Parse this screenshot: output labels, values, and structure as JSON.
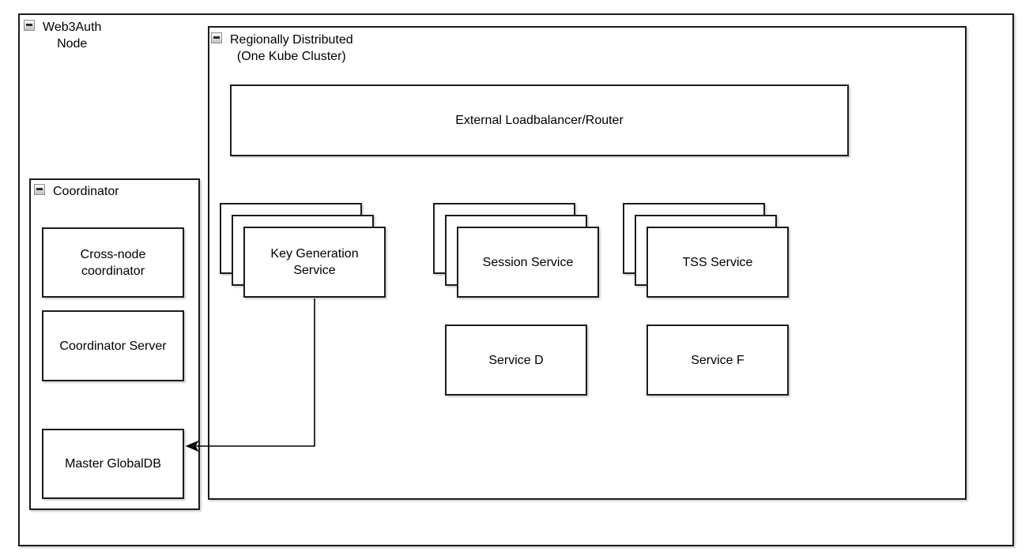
{
  "diagram": {
    "outer_group": {
      "label": [
        "Web3Auth",
        "Node"
      ],
      "collapse_icon": "minus-square"
    },
    "region_group": {
      "label": [
        "Regionally Distributed",
        "(One Kube Cluster)"
      ],
      "collapse_icon": "minus-square"
    },
    "nodes": {
      "external_lb": {
        "label": "External Loadbalancer/Router"
      },
      "key_generation": {
        "label": [
          "Key Generation",
          "Service"
        ],
        "stacked": true,
        "instances": 3
      },
      "session_service": {
        "label": "Session Service",
        "stacked": true,
        "instances": 3
      },
      "tss_service": {
        "label": "TSS Service",
        "stacked": true,
        "instances": 3
      },
      "service_d": {
        "label": "Service D"
      },
      "service_f": {
        "label": "Service F"
      }
    },
    "coordinator_group": {
      "label": "Coordinator",
      "collapse_icon": "minus-square",
      "children": {
        "cross_node": {
          "label": [
            "Cross-node",
            "coordinator"
          ]
        },
        "coordinator_server": {
          "label": "Coordinator Server"
        },
        "master_globaldb": {
          "label": "Master GlobalDB"
        }
      }
    },
    "edges": [
      {
        "from": "Key Generation Service",
        "to": "Master GlobalDB",
        "style": "orthogonal",
        "arrow": "classic-left"
      }
    ]
  },
  "colors": {
    "background": "#ffffff",
    "shape_fill": "#ffffff",
    "shape_border": "#1c1c1c",
    "text": "#000000",
    "collapse_icon_border": "#8f8f8f",
    "collapse_icon_fill": "#e0e0e0"
  }
}
